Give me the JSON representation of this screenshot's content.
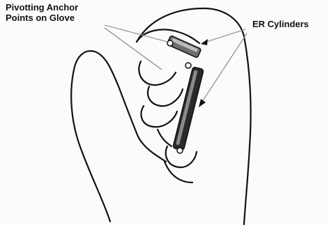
{
  "annotations": {
    "anchor_points": {
      "line1": "Pivotting Anchor",
      "line2": "Points on Glove"
    },
    "er_cylinders": "ER Cylinders"
  },
  "colors": {
    "outline": "#111111",
    "leader": "#9a9a9a",
    "cylinder_dark": "#2a2a2a",
    "cylinder_mid": "#6e6e6e",
    "cylinder_light": "#bdbdbd"
  }
}
